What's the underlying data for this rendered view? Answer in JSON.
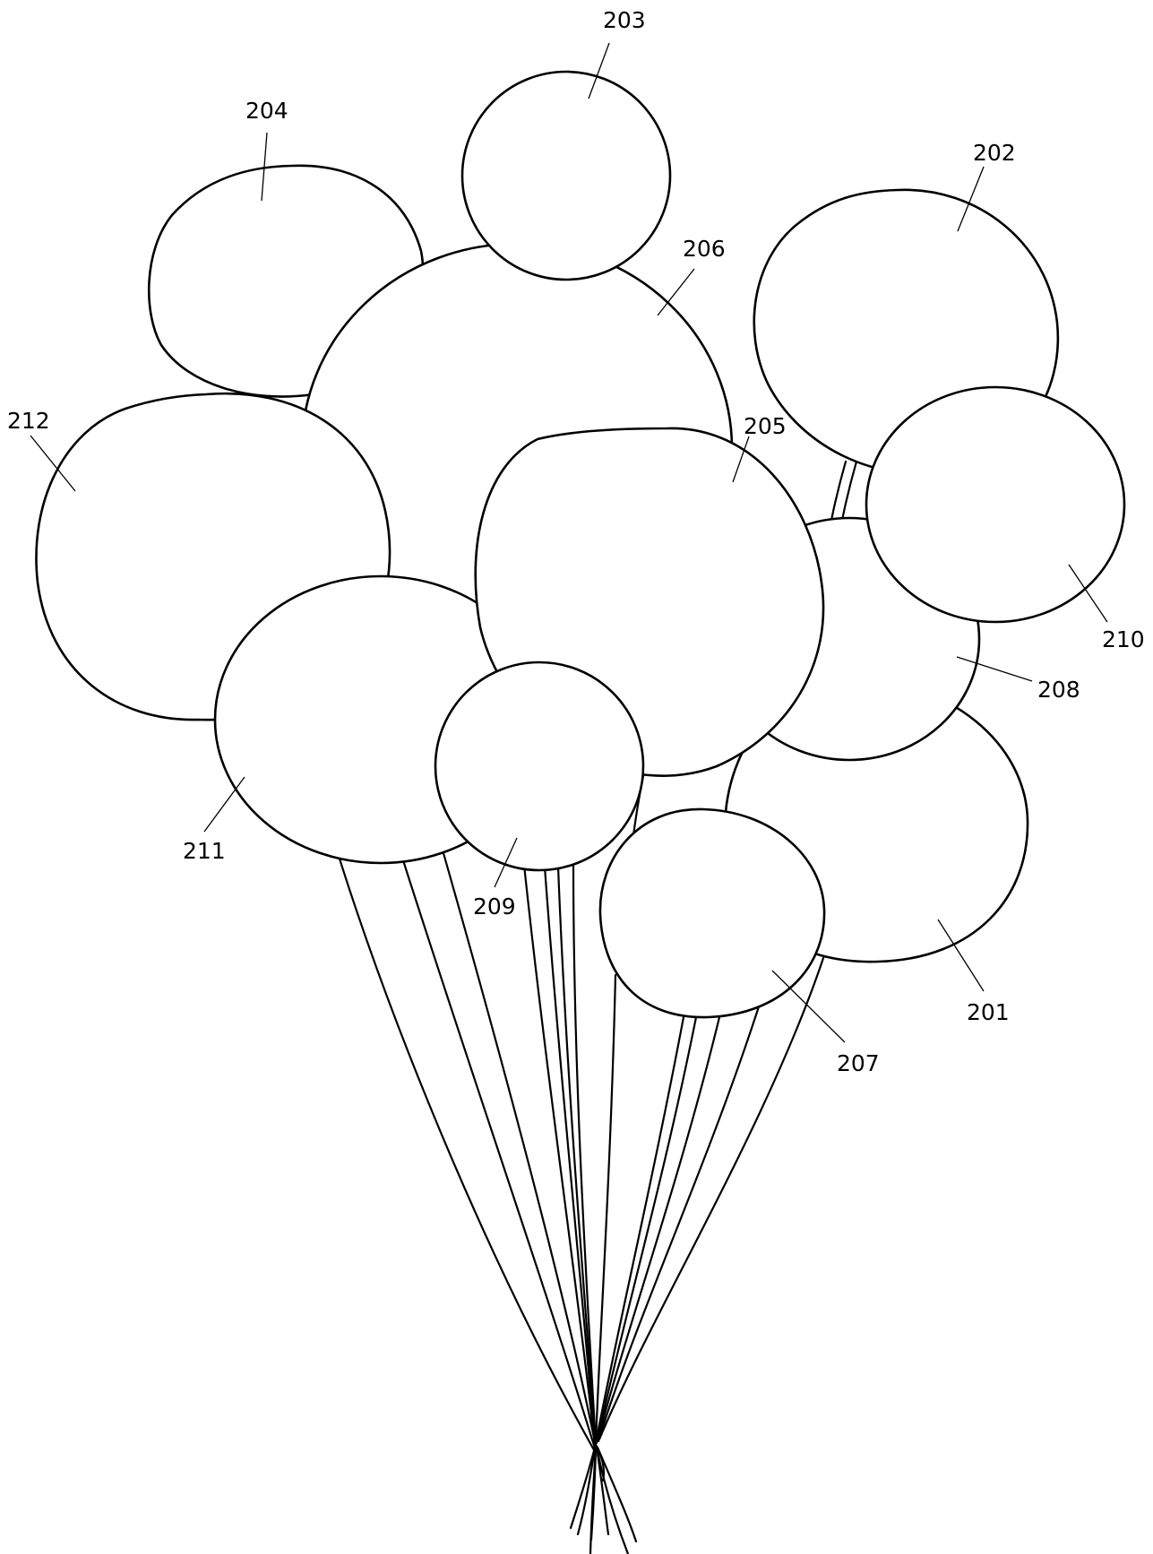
{
  "figure": {
    "labels": {
      "l201": "201",
      "l202": "202",
      "l203": "203",
      "l204": "204",
      "l205": "205",
      "l206": "206",
      "l207": "207",
      "l208": "208",
      "l209": "209",
      "l210": "210",
      "l211": "211",
      "l212": "212"
    }
  }
}
